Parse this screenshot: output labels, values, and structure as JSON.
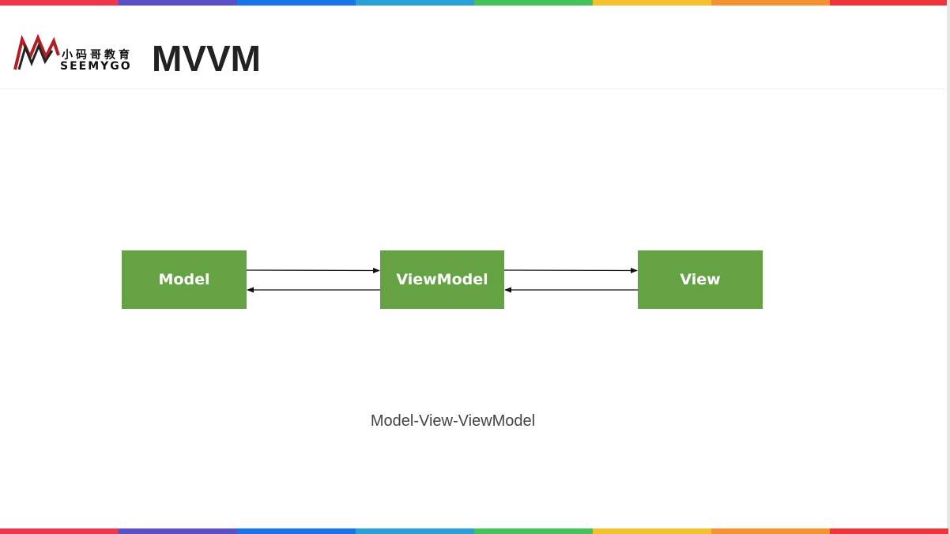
{
  "title": "MVVM",
  "logo": {
    "cn": "小码哥教育",
    "en": "SEEMYGO"
  },
  "diagram": {
    "nodes": [
      {
        "id": "model",
        "label": "Model"
      },
      {
        "id": "viewmodel",
        "label": "ViewModel"
      },
      {
        "id": "view",
        "label": "View"
      }
    ],
    "edges": [
      {
        "from": "model",
        "to": "viewmodel"
      },
      {
        "from": "viewmodel",
        "to": "model"
      },
      {
        "from": "viewmodel",
        "to": "view"
      },
      {
        "from": "view",
        "to": "viewmodel"
      }
    ]
  },
  "caption": "Model-View-ViewModel",
  "colors": {
    "node_fill": "#64a244",
    "node_text": "#ffffff",
    "stripe": [
      "#f0354f",
      "#5a4fc8",
      "#1a73e8",
      "#2aa0d8",
      "#45c25a",
      "#f5c02e",
      "#f79230",
      "#f0353a"
    ]
  }
}
